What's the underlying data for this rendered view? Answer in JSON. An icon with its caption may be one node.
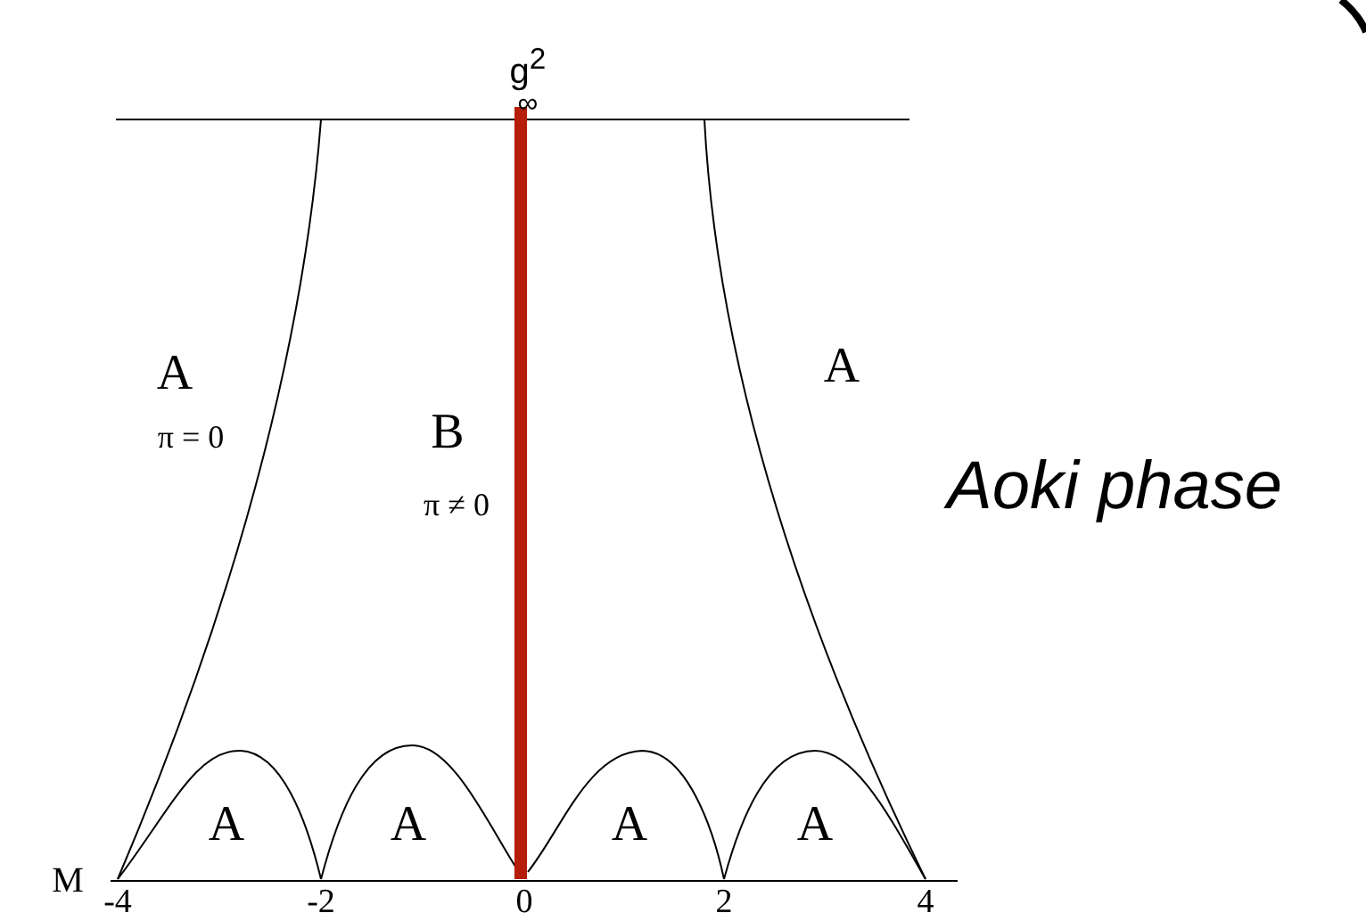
{
  "diagram": {
    "labels": [
      "g$^{2}$",
      "∞",
      "A",
      "π = 0",
      "B",
      "π ≠ 0",
      "A",
      "Aoki phase",
      "A",
      "A",
      "A",
      "A",
      "M",
      "-4",
      "-2",
      "0",
      "2",
      "4"
    ]
  }
}
